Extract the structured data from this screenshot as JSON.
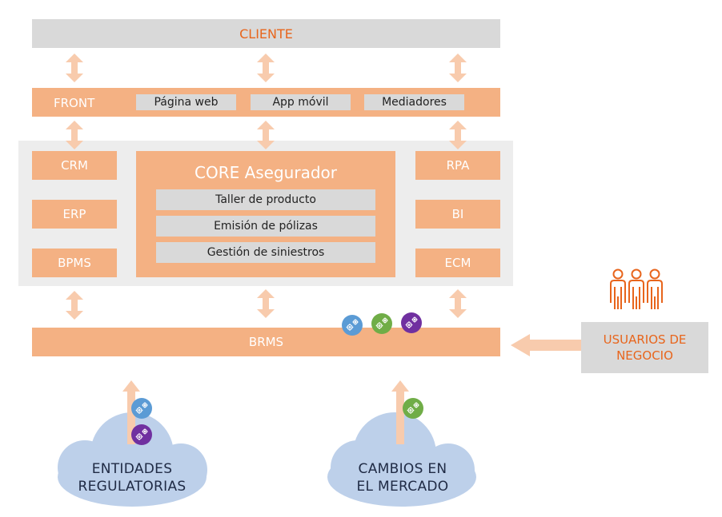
{
  "layers": {
    "client": "CLIENTE",
    "front": {
      "label": "FRONT",
      "channels": [
        "Página web",
        "App móvil",
        "Mediadores"
      ]
    },
    "side_left": [
      "CRM",
      "ERP",
      "BPMS"
    ],
    "side_right": [
      "RPA",
      "BI",
      "ECM"
    ],
    "core": {
      "title": "CORE Asegurador",
      "modules": [
        "Taller de producto",
        "Emisión de pólizas",
        "Gestión de siniestros"
      ]
    },
    "brms": "BRMS"
  },
  "actors": {
    "business_users": [
      "USUARIOS DE",
      "NEGOCIO"
    ]
  },
  "sources": {
    "regulators": [
      "ENTIDADES",
      "REGULATORIAS"
    ],
    "market": [
      "CAMBIOS EN",
      "EL MERCADO"
    ]
  },
  "colors": {
    "accent": "#e8651c",
    "orange_fill": "#f4b183",
    "arrow": "#f8cbad",
    "grey": "#d9d9d9",
    "panel": "#ededed",
    "cloud": "#bdd0ea",
    "gear_blue": "#5b9bd5",
    "gear_green": "#70ad47",
    "gear_purple": "#7030a0"
  },
  "icons": {
    "people": "people-group-icon",
    "gear": "gears-icon"
  }
}
